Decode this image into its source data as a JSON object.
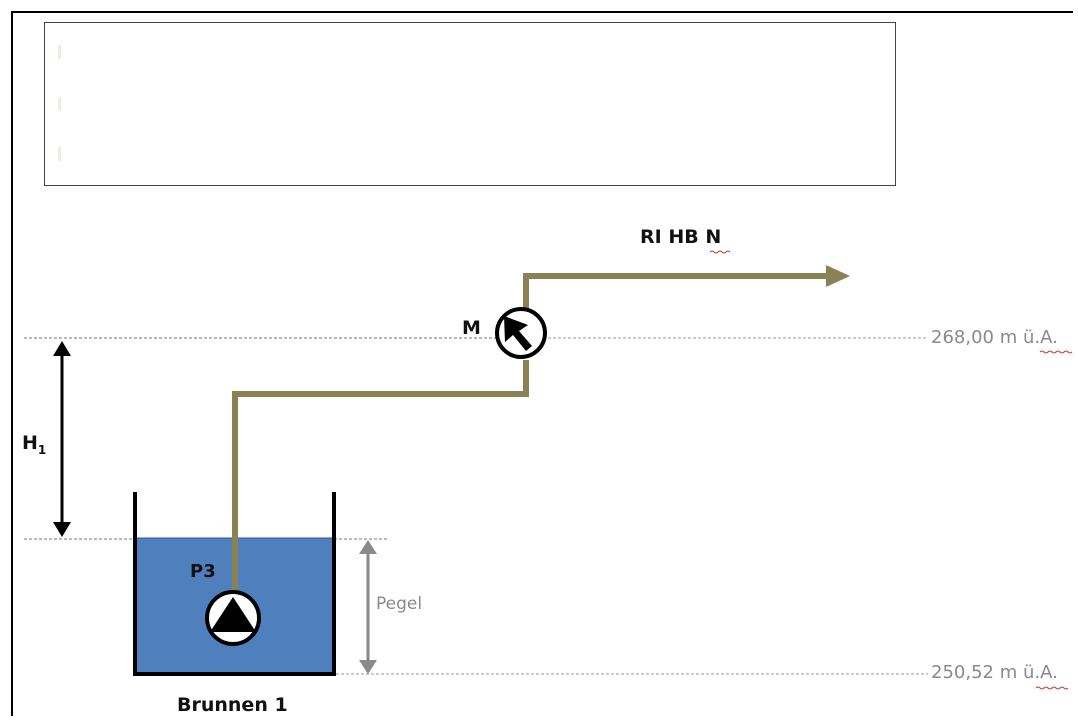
{
  "labels": {
    "destination": "RI HB N",
    "motor": "M",
    "level_top": "268,00  m ü.A.",
    "level_bottom": "250,52 m ü.A.",
    "height_main": "H",
    "height_sub": "1",
    "pump": "P3",
    "pegel": "Pegel",
    "well": "Brunnen 1"
  },
  "colors": {
    "pipe": "#8a8255",
    "water": "#4f7fbc",
    "water_edge": "#2e5a95",
    "dim_grey": "#8a8a8a",
    "wave": "#c0392b"
  }
}
